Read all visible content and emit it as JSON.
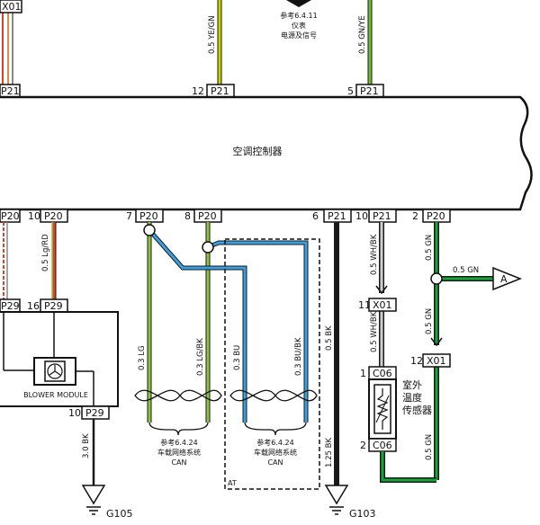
{
  "module": {
    "label": "空调控制器"
  },
  "top_connectors": [
    {
      "pin": "",
      "name": "X01"
    },
    {
      "pin": "",
      "name": "P21"
    },
    {
      "pin": "12",
      "name": "P21"
    },
    {
      "pin": "5",
      "name": "P21"
    }
  ],
  "top_wires": [
    {
      "label": "0.5 YE/GN",
      "color": "#c8d400"
    },
    {
      "label": "0.5 GN/YE",
      "color": "#6fbf2a"
    }
  ],
  "top_reference": {
    "line1": "参考6.4.11",
    "line2": "仪表",
    "line3": "电源及信号"
  },
  "bottom_connectors": [
    {
      "pin": "",
      "name": "P20"
    },
    {
      "pin": "10",
      "name": "P20"
    },
    {
      "pin": "7",
      "name": "P20"
    },
    {
      "pin": "8",
      "name": "P20"
    },
    {
      "pin": "6",
      "name": "P21"
    },
    {
      "pin": "10",
      "name": "P21"
    },
    {
      "pin": "2",
      "name": "P20"
    }
  ],
  "wires": {
    "lg_rd": "0.5 Lg/RD",
    "lg": "0.3 LG",
    "lg_bk": "0.3 LG/BK",
    "bu": "0.3 BU",
    "bu_bk": "0.3 BU/BK",
    "bk_top": "0.5 BK",
    "bk_bottom": "1.25 BK",
    "wh_bk_top": "0.5 WH/BK",
    "wh_bk_bottom": "0.5 WH/BK",
    "gn_top": "0.5 GN",
    "gn_branch": "0.5 GN",
    "gn_mid": "0.5 GN",
    "gn_bottom": "0.5 GN",
    "bk_g105": "3.0 BK"
  },
  "blower": {
    "label": "BLOWER MODULE",
    "conn_top_left": {
      "pin": "",
      "name": "P29"
    },
    "conn_top_right": {
      "pin": "16",
      "name": "P29"
    },
    "conn_bottom": {
      "pin": "10",
      "name": "P29"
    }
  },
  "can_refs": [
    {
      "line1": "参考6.4.24",
      "line2": "车载网络系统",
      "line3": "CAN"
    },
    {
      "line1": "参考6.4.24",
      "line2": "车载网络系统",
      "line3": "CAN"
    }
  ],
  "at_label": "AT",
  "grounds": [
    {
      "name": "G105"
    },
    {
      "name": "G103"
    }
  ],
  "mid_connectors": [
    {
      "pin": "11",
      "name": "X01"
    },
    {
      "pin": "12",
      "name": "X01"
    }
  ],
  "sensor": {
    "pin_top": "1",
    "name_top": "C06",
    "pin_bottom": "2",
    "name_bottom": "C06",
    "label1": "室外",
    "label2": "温度",
    "label3": "传感器"
  },
  "arrow_label": "A",
  "colors": {
    "lg": "#8cc63f",
    "bu": "#3aa0e0",
    "bk": "#1a1a1a",
    "gn": "#1aa33a",
    "rd": "#d9422b",
    "wh": "#cfcfcf"
  }
}
